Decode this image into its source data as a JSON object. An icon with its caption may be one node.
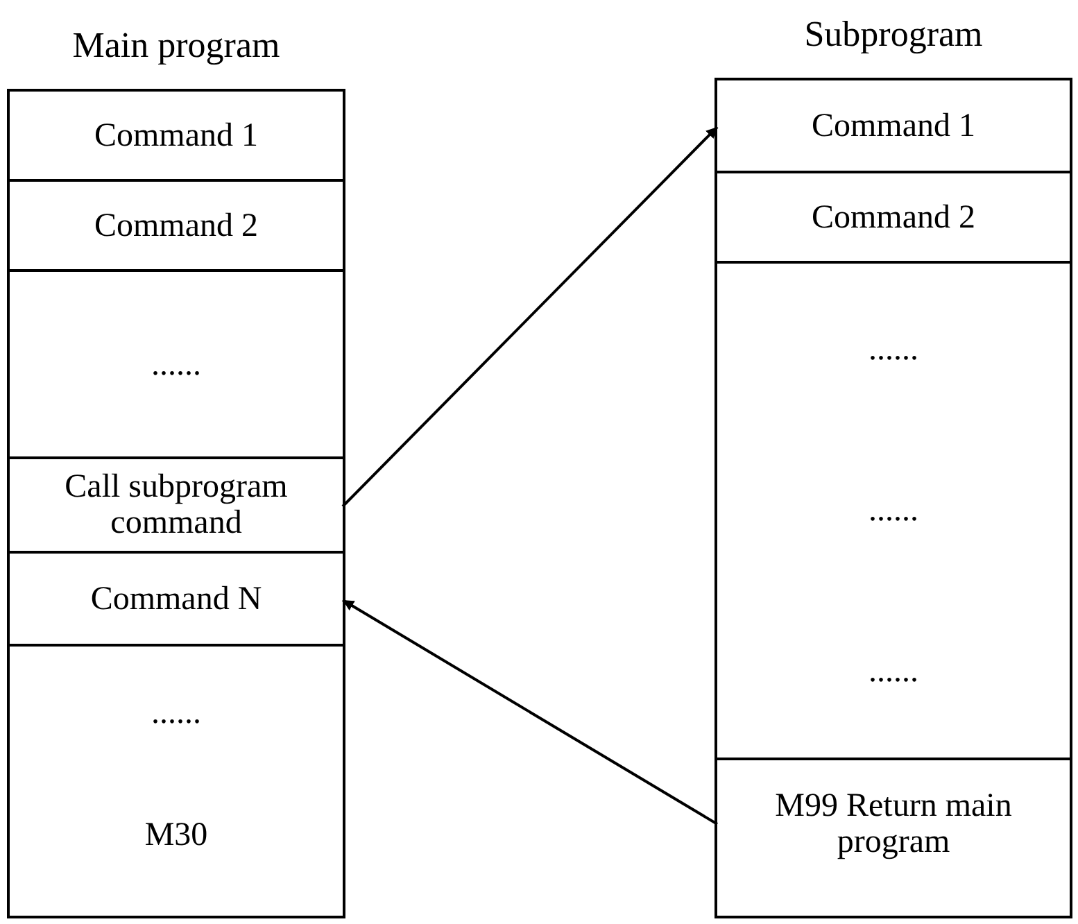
{
  "diagram": {
    "nodes": [
      {
        "text": [
          "Main program"
        ]
      },
      {
        "text": [
          "Command 1"
        ],
        "in": 0
      },
      {
        "text": [
          "Command 2"
        ],
        "in": 0
      },
      {
        "text": [
          "......"
        ],
        "in": 0
      },
      {
        "text": [
          "Call subprogram command"
        ],
        "in": 0
      },
      {
        "text": [
          "Command N"
        ],
        "in": 0
      },
      {
        "text": [
          "......",
          "M30"
        ],
        "in": 0
      },
      {
        "text": [
          "Subprogram"
        ]
      },
      {
        "text": [
          "Command 1"
        ],
        "in": 7
      },
      {
        "text": [
          "Command 2"
        ],
        "in": 7
      },
      {
        "text": [
          "......",
          "......",
          "......"
        ],
        "in": 7
      },
      {
        "text": [
          "M99 Return main program"
        ],
        "in": 7
      }
    ],
    "edges": [
      {
        "from": 4,
        "to": 8,
        "arrow": "to"
      },
      {
        "from": 11,
        "to": 5,
        "arrow": "to"
      }
    ]
  }
}
